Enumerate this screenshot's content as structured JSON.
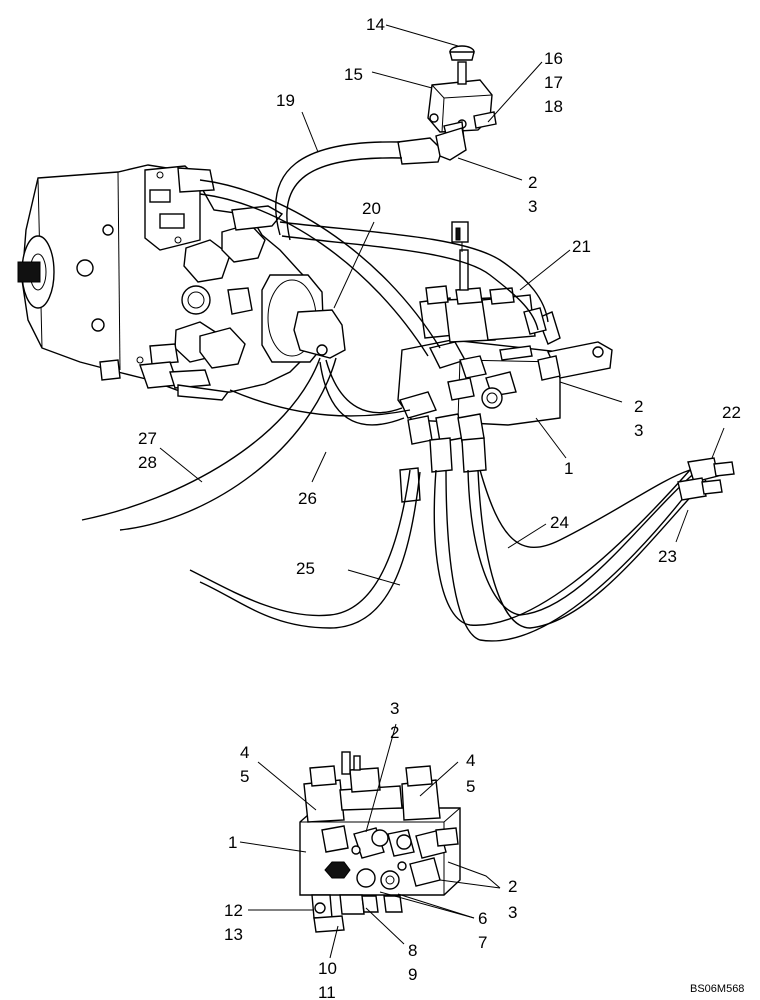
{
  "diagram": {
    "drawing_code": "BS06M568",
    "callouts": {
      "c14": "14",
      "c15": "15",
      "c16": "16",
      "c17": "17",
      "c18": "18",
      "c19": "19",
      "c2a": "2",
      "c3a": "3",
      "c20": "20",
      "c21": "21",
      "c2b": "2",
      "c3b": "3",
      "c1a": "1",
      "c22": "22",
      "c27": "27",
      "c28": "28",
      "c26": "26",
      "c24": "24",
      "c23": "23",
      "c25": "25",
      "c3c": "3",
      "c2c": "2",
      "c4a": "4",
      "c5a": "5",
      "c4b": "4",
      "c5b": "5",
      "c1b": "1",
      "c2d": "2",
      "c3d": "3",
      "c12": "12",
      "c13": "13",
      "c6": "6",
      "c7": "7",
      "c8": "8",
      "c9": "9",
      "c10": "10",
      "c11": "11"
    }
  }
}
